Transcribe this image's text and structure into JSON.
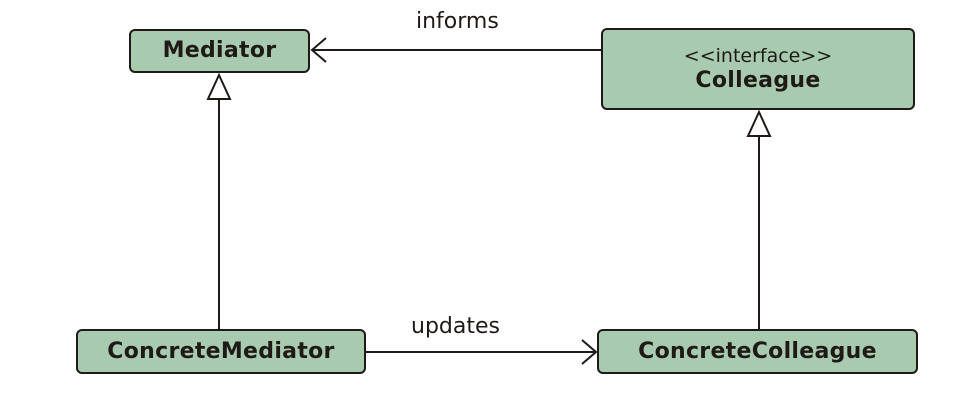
{
  "nodes": {
    "mediator": {
      "name": "Mediator"
    },
    "colleague": {
      "stereotype": "<<interface>>",
      "name": "Colleague"
    },
    "concrete_mediator": {
      "name": "ConcreteMediator"
    },
    "concrete_colleague": {
      "name": "ConcreteColleague"
    }
  },
  "edges": {
    "informs": {
      "label": "informs",
      "from": "Colleague",
      "to": "Mediator",
      "kind": "association"
    },
    "updates": {
      "label": "updates",
      "from": "ConcreteMediator",
      "to": "ConcreteColleague",
      "kind": "association"
    },
    "mediator_realization": {
      "from": "ConcreteMediator",
      "to": "Mediator",
      "kind": "generalization"
    },
    "colleague_realization": {
      "from": "ConcreteColleague",
      "to": "Colleague",
      "kind": "generalization"
    }
  },
  "colors": {
    "node_fill": "#a8cbb0",
    "stroke": "#1f1a17",
    "background": "#ffffff"
  }
}
